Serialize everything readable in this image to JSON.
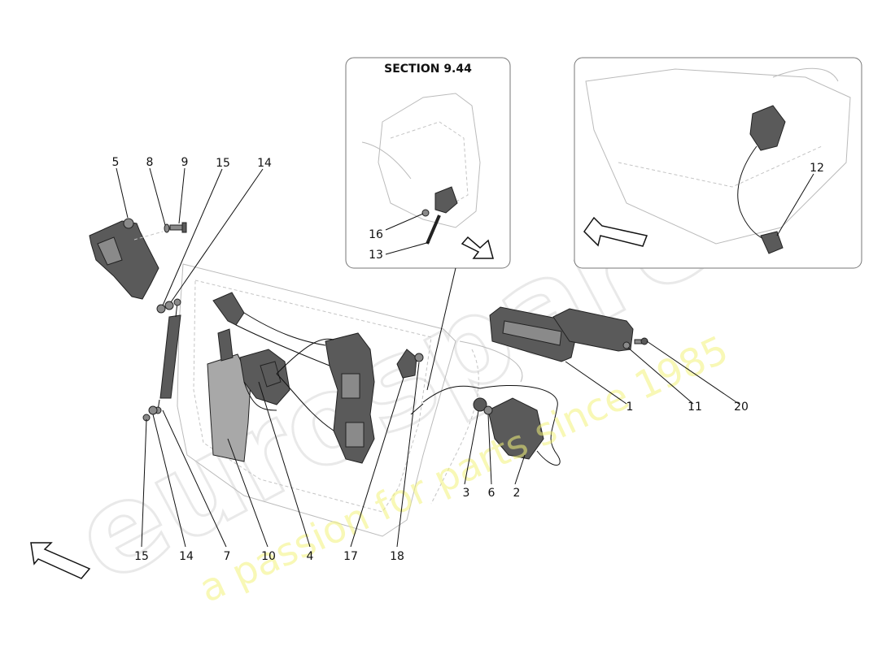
{
  "section_title": "SECTION 9.44",
  "callouts": {
    "c1": "1",
    "c2": "2",
    "c3": "3",
    "c4": "4",
    "c5": "5",
    "c6": "6",
    "c7": "7",
    "c8": "8",
    "c9": "9",
    "c10": "10",
    "c11": "11",
    "c12": "12",
    "c13": "13",
    "c14a": "14",
    "c14b": "14",
    "c15a": "15",
    "c15b": "15",
    "c16": "16",
    "c17": "17",
    "c18": "18",
    "c20": "20"
  },
  "watermark": {
    "brand": "eurospares",
    "tagline": "a passion for parts since 1985"
  },
  "colors": {
    "part_dark": "#5a5a5a",
    "part_light": "#8a8a8a",
    "ghost_line": "#bbbbbb",
    "watermark_text": "#f3f37a",
    "watermark_brand": "#e6e6e6"
  }
}
